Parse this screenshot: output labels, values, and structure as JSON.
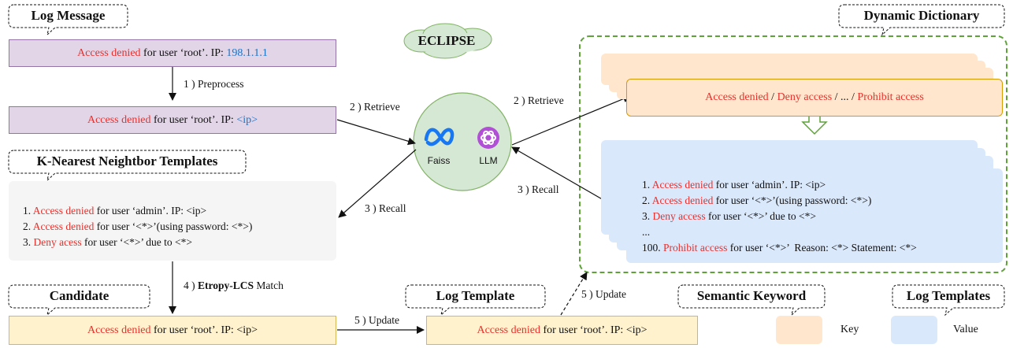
{
  "callouts": {
    "log_message": "Log Message",
    "knn_templates": "K-Nearest Neightbor Templates",
    "candidate": "Candidate",
    "log_template": "Log Template",
    "dynamic_dictionary": "Dynamic Dictionary",
    "semantic_keyword": "Semantic Keyword",
    "log_templates": "Log Templates"
  },
  "eclipse_label": "ECLIPSE",
  "log_message": {
    "red": "Access denied",
    "black": " for user ‘root’. IP: ",
    "ip": "198.1.1.1"
  },
  "preprocessed": {
    "red": "Access denied",
    "black": " for user ‘root’. IP: ",
    "ip": "<ip>"
  },
  "knn": [
    {
      "num": "1. ",
      "red": "Access denied",
      "rest": " for user ‘admin’. IP: <ip>"
    },
    {
      "num": "2. ",
      "red": "Access denied",
      "rest": " for user ‘<*>’(using password: <*>)"
    },
    {
      "num": "3. ",
      "red": "Deny acess",
      "rest": " for user ‘<*>’ due to <*>"
    }
  ],
  "candidate": {
    "red": "Access denied",
    "black": " for user ‘root’. IP: <ip>"
  },
  "log_template": {
    "red": "Access denied",
    "black": " for user ‘root’. IP: <ip>"
  },
  "dictionary_key": {
    "k1": "Access denied",
    "s1": " / ",
    "k2": "Deny access",
    "s2": " / ... / ",
    "k3": "Prohibit access"
  },
  "dictionary_values": [
    {
      "num": "1. ",
      "red": "Access denied",
      "rest": " for user ‘admin’. IP: <ip>"
    },
    {
      "num": "2. ",
      "red": "Access denied",
      "rest": " for user ‘<*>’(using password: <*>)"
    },
    {
      "num": "3. ",
      "red": "Deny access",
      "rest": " for user ‘<*>’ due to <*>"
    },
    {
      "num": "...",
      "red": "",
      "rest": ""
    },
    {
      "num": "100. ",
      "red": "Prohibit access",
      "rest": " for user ‘<*>’  Reason: <*> Statement: <*>"
    }
  ],
  "retriever": {
    "faiss": "Faiss",
    "llm": "LLM"
  },
  "steps": {
    "preprocess": "1 ) Preprocess",
    "retrieve_left": "2 ) Retrieve",
    "retrieve_right": "2 ) Retrieve",
    "recall_left": "3 ) Recall",
    "recall_right": "3 ) Recall",
    "match_bold": "Etropy-LCS",
    "match_prefix": "4 ) ",
    "match_suffix": " Match",
    "update_bottom": "5 ) Update",
    "update_up": "5 ) Update"
  },
  "legend": {
    "key": "Key",
    "value": "Value"
  },
  "colors": {
    "red": "#e8302c",
    "blue": "#1a73c8",
    "purple": "#e1d5e7",
    "yellow": "#fff2cc",
    "orange": "#ffe6cc",
    "lightblue": "#dae8fc",
    "green": "#d5e8d4",
    "dash_green": "#5fa23a"
  }
}
